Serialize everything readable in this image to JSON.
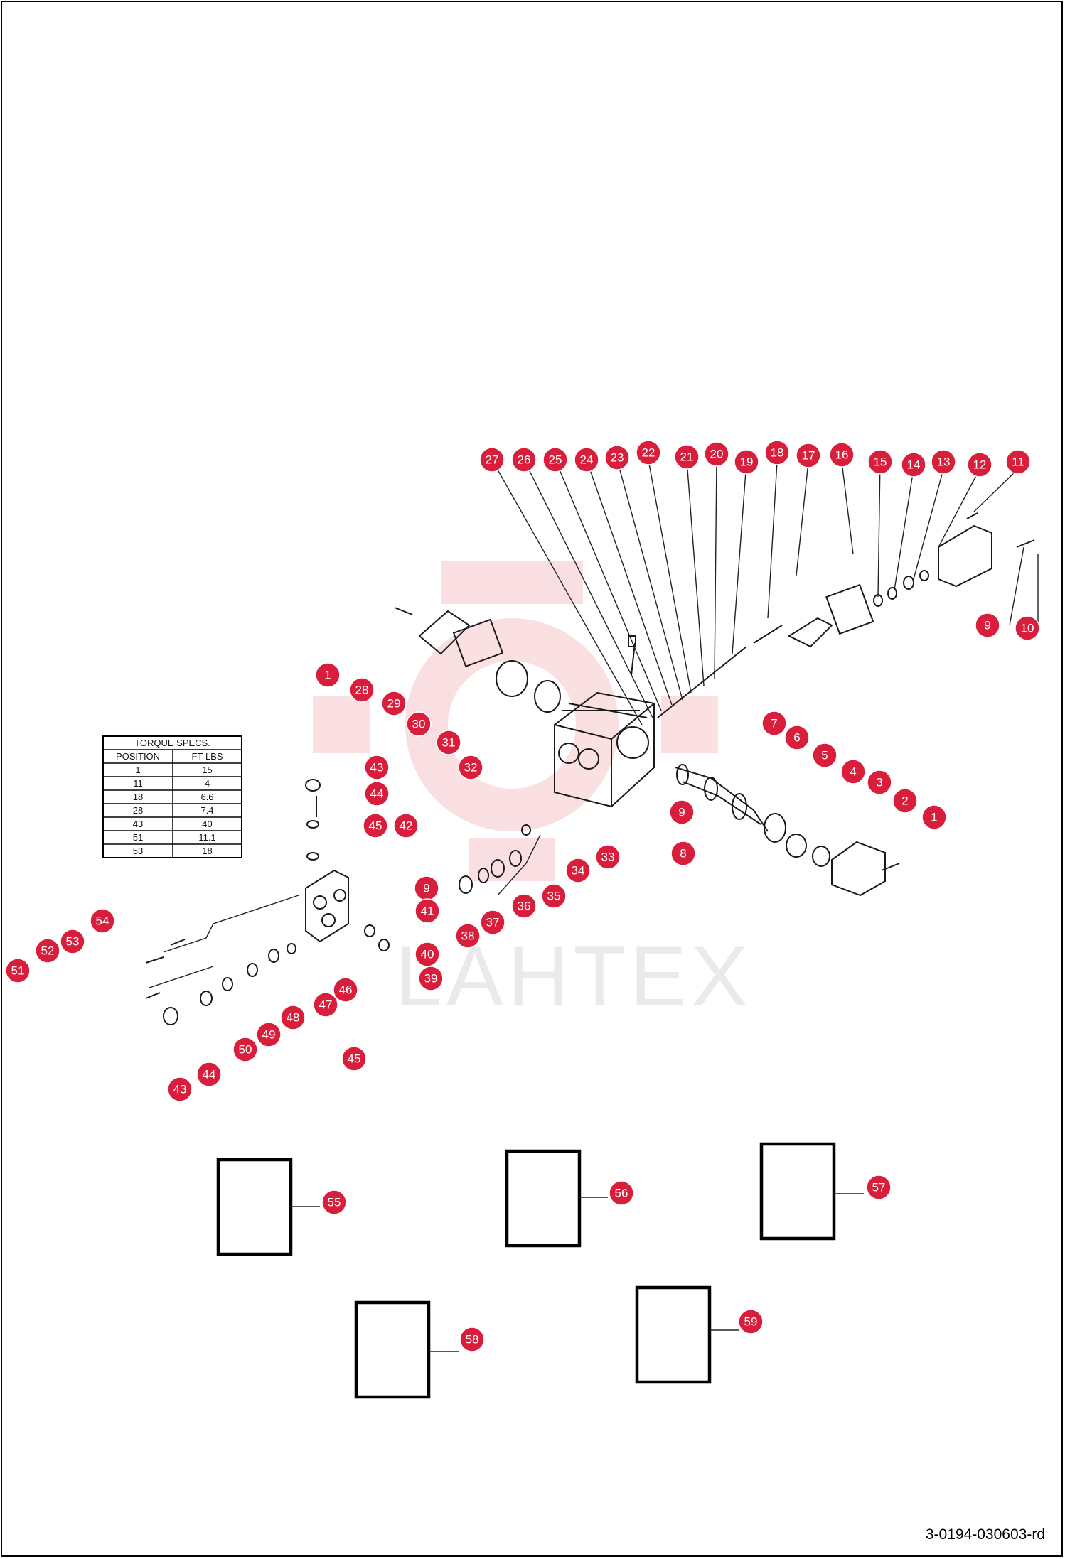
{
  "callout_color": "#d81e3a",
  "watermark_color": "#f5c6c9",
  "watermark_text": "LAHTEX",
  "drawing_number": "3-0194-030603-rd",
  "torque_table": {
    "title": "TORQUE SPECS.",
    "headers": [
      "POSITION",
      "FT-LBS"
    ],
    "rows": [
      [
        "1",
        "15"
      ],
      [
        "11",
        "4"
      ],
      [
        "18",
        "6.6"
      ],
      [
        "28",
        "7.4"
      ],
      [
        "43",
        "40"
      ],
      [
        "51",
        "11.1"
      ],
      [
        "53",
        "18"
      ]
    ]
  },
  "callouts": [
    "27",
    "26",
    "25",
    "24",
    "23",
    "22",
    "21",
    "20",
    "19",
    "18",
    "17",
    "16",
    "15",
    "14",
    "13",
    "12",
    "11",
    "9",
    "10",
    "1",
    "28",
    "29",
    "30",
    "31",
    "32",
    "7",
    "6",
    "5",
    "4",
    "3",
    "2",
    "1",
    "9",
    "8",
    "33",
    "34",
    "35",
    "36",
    "37",
    "38",
    "43",
    "44",
    "45",
    "42",
    "9",
    "41",
    "40",
    "39",
    "54",
    "53",
    "52",
    "51",
    "46",
    "47",
    "48",
    "49",
    "50",
    "45",
    "44",
    "43",
    "55",
    "56",
    "57",
    "58",
    "59"
  ],
  "box_callouts": [
    "55",
    "56",
    "57",
    "58",
    "59"
  ]
}
